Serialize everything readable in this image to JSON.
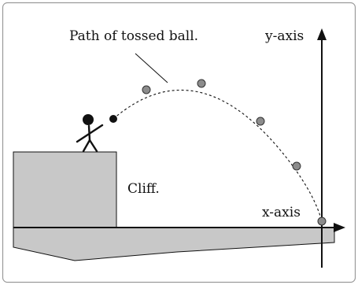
{
  "labels": {
    "path": "Path of tossed ball.",
    "y_axis": "y-axis",
    "x_axis": "x-axis",
    "cliff": "Cliff."
  },
  "colors": {
    "frame": "#9a9a9a",
    "cliff_fill": "#c8c8c8",
    "ball_fill": "#8c8c8c",
    "ink": "#111111"
  }
}
